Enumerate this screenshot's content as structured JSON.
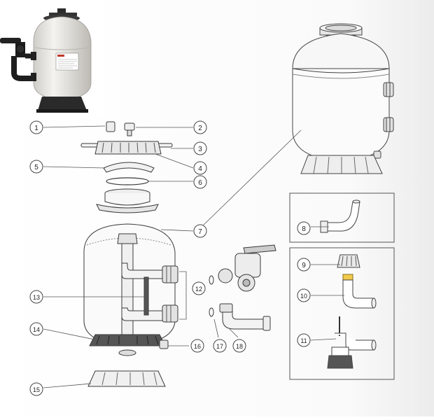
{
  "callouts": [
    {
      "num": "1",
      "part": "part-1"
    },
    {
      "num": "2",
      "part": "part-2"
    },
    {
      "num": "3",
      "part": "part-3"
    },
    {
      "num": "4",
      "part": "part-4"
    },
    {
      "num": "5",
      "part": "part-5"
    },
    {
      "num": "6",
      "part": "part-6"
    },
    {
      "num": "7",
      "part": "part-7"
    },
    {
      "num": "8",
      "part": "part-8"
    },
    {
      "num": "9",
      "part": "part-9"
    },
    {
      "num": "10",
      "part": "part-10"
    },
    {
      "num": "11",
      "part": "part-11"
    },
    {
      "num": "12",
      "part": "part-12"
    },
    {
      "num": "13",
      "part": "part-13"
    },
    {
      "num": "14",
      "part": "part-14"
    },
    {
      "num": "15",
      "part": "part-15"
    },
    {
      "num": "16",
      "part": "part-16"
    },
    {
      "num": "17",
      "part": "part-17"
    },
    {
      "num": "18",
      "part": "part-18"
    }
  ],
  "colors": {
    "line": "#3a3a3a",
    "fill": "#ffffff",
    "shade": "#d6d6d6",
    "photo_body": "#e9e7e3",
    "photo_base": "#2a2a2a",
    "photo_valve": "#1e1e1e"
  }
}
